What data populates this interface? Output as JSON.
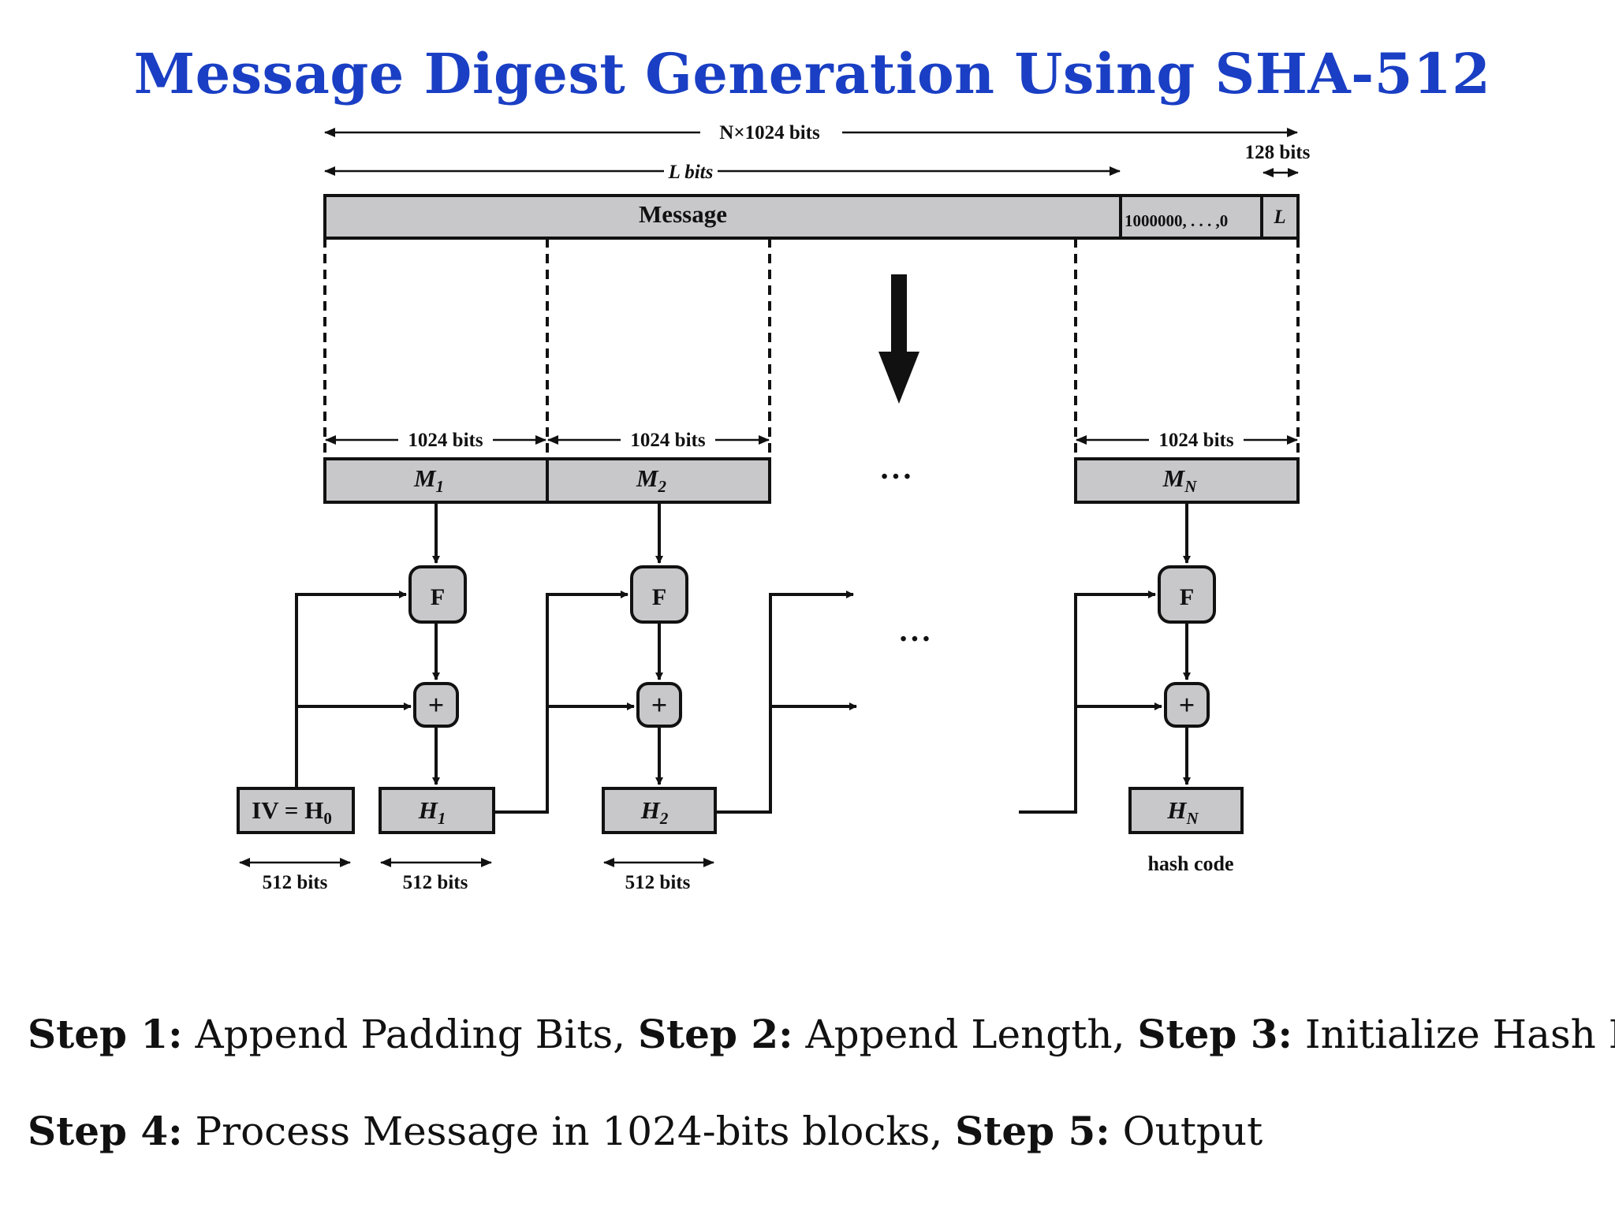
{
  "title": "Message Digest Generation Using SHA-512",
  "diagram": {
    "total_length_label": "N×1024 bits",
    "message_length_label": "L bits",
    "length_field_size_label": "128 bits",
    "message_label": "Message",
    "padding_label": "1000000, . . . ,0",
    "length_field_label": "L",
    "block_size_label": "1024 bits",
    "blocks": [
      {
        "label": "M",
        "sub": "1"
      },
      {
        "label": "M",
        "sub": "2"
      },
      {
        "label": "M",
        "sub": "N"
      }
    ],
    "compression_label": "F",
    "adder_label": "+",
    "iv_label": "IV = H",
    "iv_sub": "0",
    "hashes": [
      {
        "label": "H",
        "sub": "1"
      },
      {
        "label": "H",
        "sub": "2"
      },
      {
        "label": "H",
        "sub": "N"
      }
    ],
    "hash_size_label": "512 bits",
    "ellipsis": "• • •",
    "output_label": "hash code"
  },
  "steps": {
    "line1": [
      {
        "strong": "Step 1:",
        "text": " Append Padding Bits, "
      },
      {
        "strong": "Step 2:",
        "text": " Append Length, "
      },
      {
        "strong": "Step 3:",
        "text": " Initialize Hash Buffer"
      }
    ],
    "line2": [
      {
        "strong": "Step 4:",
        "text": " Process Message in 1024-bits blocks, "
      },
      {
        "strong": "Step 5:",
        "text": " Output"
      }
    ]
  }
}
